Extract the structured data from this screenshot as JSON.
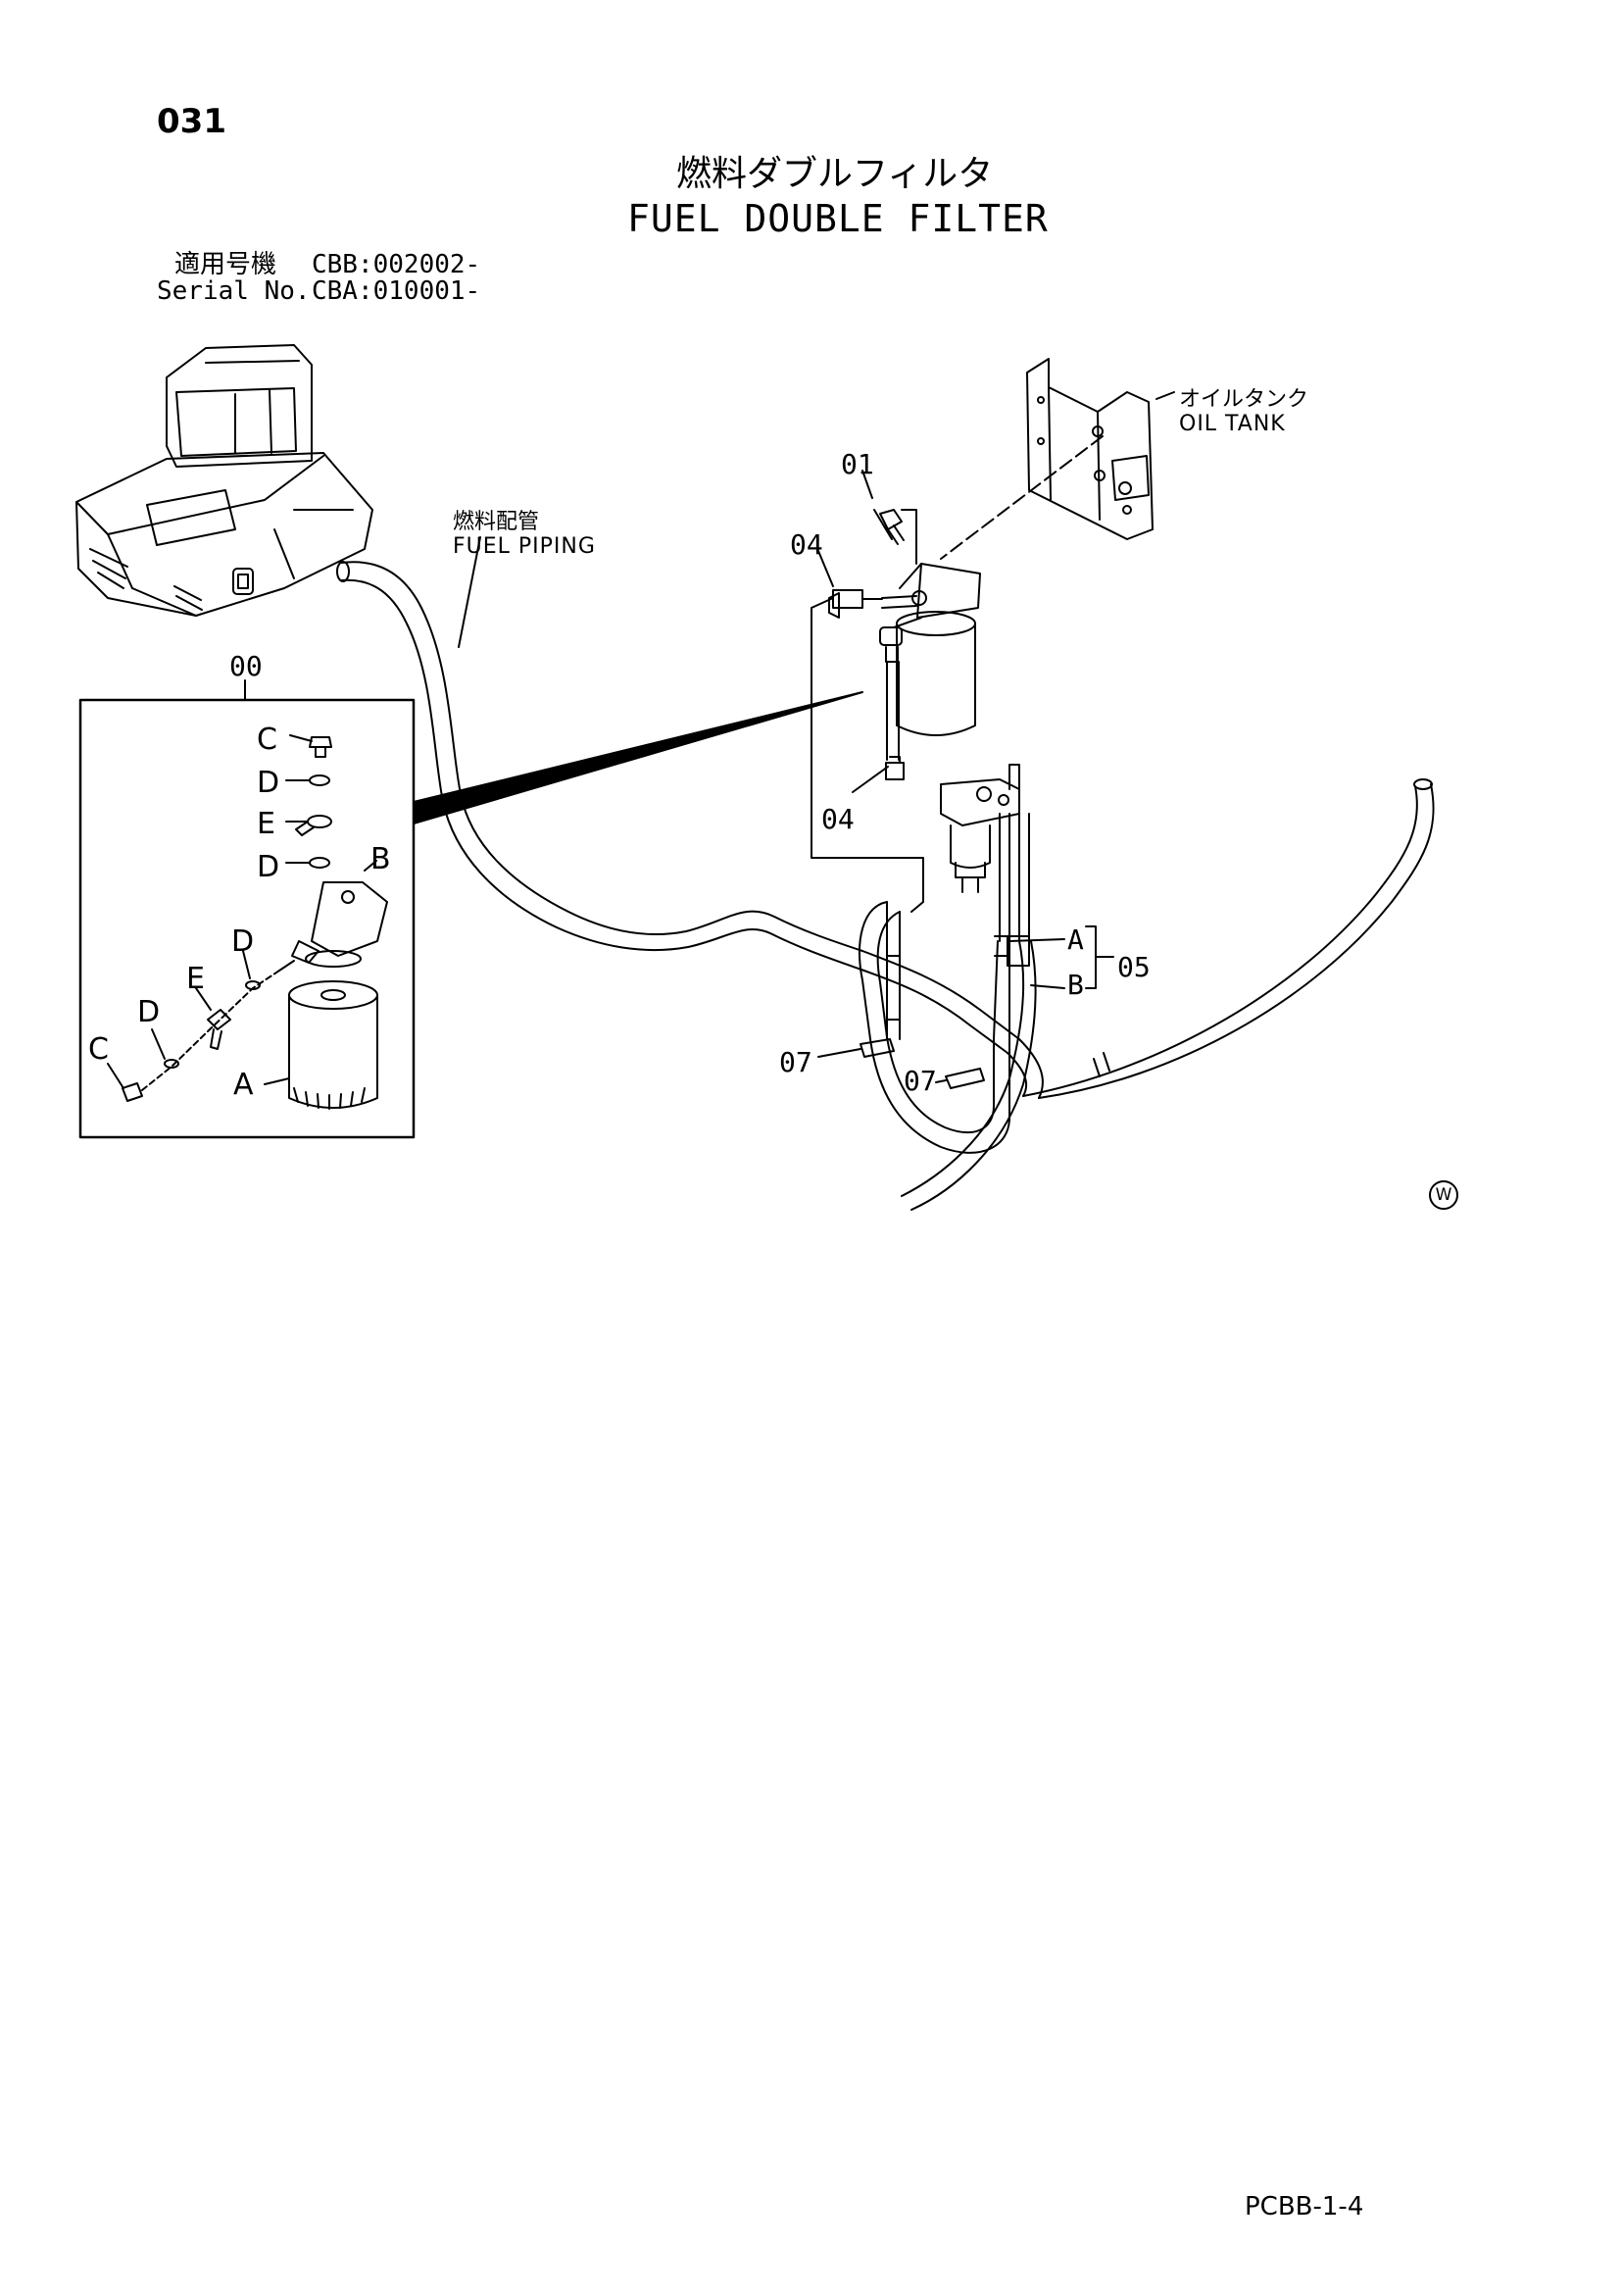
{
  "page_number": "031",
  "title_jp": "燃料ダブルフィルタ",
  "title_en": "FUEL DOUBLE FILTER",
  "applicable": {
    "label_jp": "適用号機",
    "label_en": "Serial No.",
    "serial_1": "CBB:002002-",
    "serial_2": "CBA:010001-"
  },
  "callouts": {
    "oil_tank_jp": "オイルタンク",
    "oil_tank_en": "OIL TANK",
    "fuel_piping_jp": "燃料配管",
    "fuel_piping_en": "FUEL PIPING"
  },
  "part_numbers": {
    "p01": "01",
    "p04_upper": "04",
    "p04_lower": "04",
    "p05": "05",
    "p07_left": "07",
    "p07_right": "07",
    "p00": "00"
  },
  "hose_letters": {
    "a": "A",
    "b": "B"
  },
  "inset_letters": {
    "c_top": "C",
    "d_top": "D",
    "e_top": "E",
    "d_mid": "D",
    "b": "B",
    "d_left": "D",
    "e_left": "E",
    "d_low": "D",
    "c_low": "C",
    "a": "A"
  },
  "w_mark": "W",
  "footer_code": "PCBB-1-4"
}
